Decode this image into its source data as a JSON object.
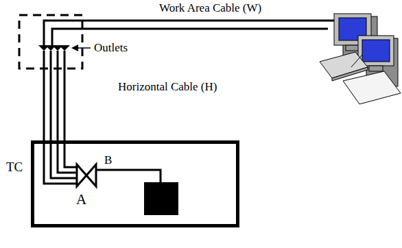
{
  "diagram": {
    "nodes": [
      {
        "text": [
          "TC"
        ]
      }
    ],
    "labels": [
      "Work Area Cable (W)",
      "Outlets",
      "Horizontal Cable (H)",
      "A",
      "B"
    ]
  }
}
